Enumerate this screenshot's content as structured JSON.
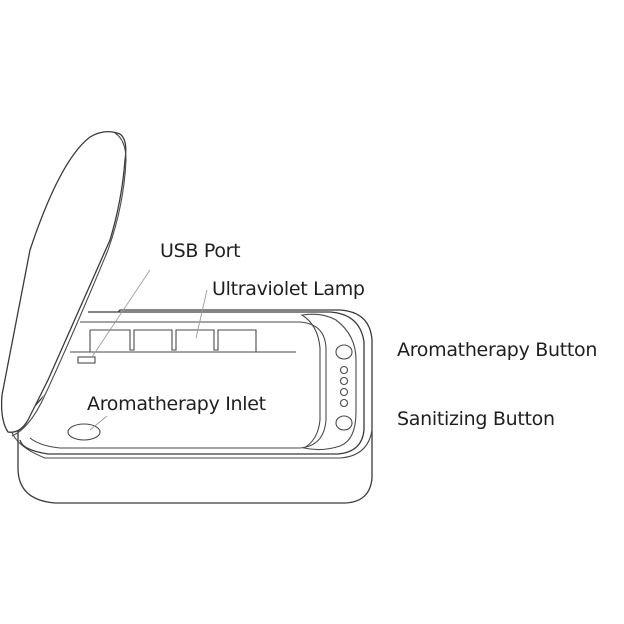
{
  "diagram": {
    "subject": "UV sanitizer box with open lid",
    "labels": {
      "usb_port": "USB Port",
      "ultraviolet_lamp": "Ultraviolet Lamp",
      "aromatherapy_button": "Aromatherapy Button",
      "aromatherapy_inlet": "Aromatherapy Inlet",
      "sanitizing_button": "Sanitizing Button"
    },
    "colors": {
      "line": "#3a3a3a",
      "leader": "#9a9a9a",
      "text": "#1f1f1f",
      "background": "#ffffff"
    },
    "indicator_led_count": 4
  }
}
